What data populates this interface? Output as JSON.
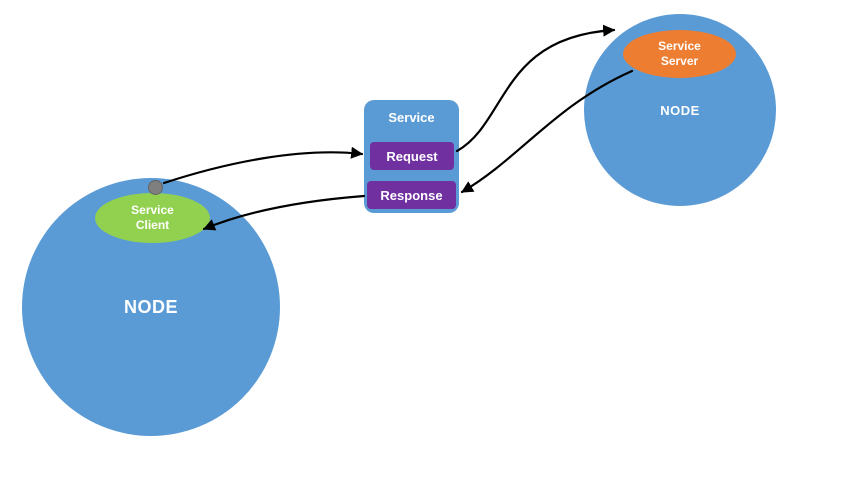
{
  "diagram": {
    "left_node": {
      "label": "NODE"
    },
    "right_node": {
      "label": "NODE"
    },
    "service_client": {
      "label": "Service Client"
    },
    "service_server": {
      "label": "Service Server"
    },
    "service_box": {
      "title": "Service",
      "request_label": "Request",
      "response_label": "Response"
    },
    "colors": {
      "node_blue": "#5b9bd5",
      "client_green": "#92d050",
      "server_orange": "#ed7d31",
      "action_purple": "#7030a0",
      "dot_gray": "#7f7f7f",
      "arrow_black": "#000000",
      "background": "#ffffff"
    }
  }
}
